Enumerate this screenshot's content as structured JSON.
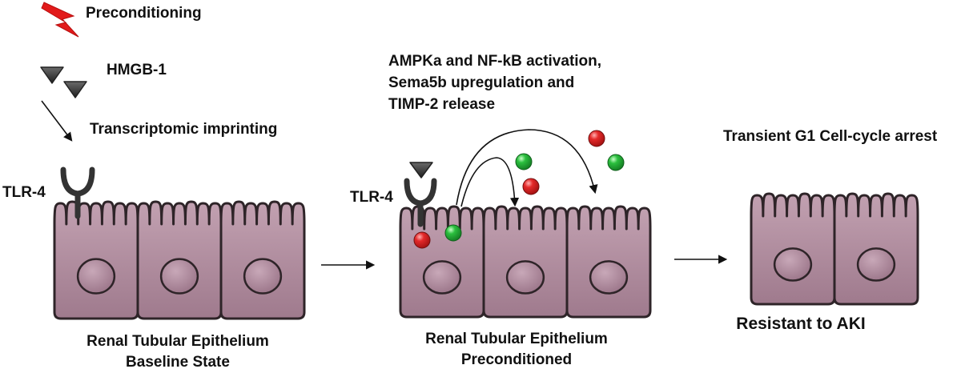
{
  "labels": {
    "preconditioning": "Preconditioning",
    "hmgb1": "HMGB-1",
    "transcriptomic": "Transcriptomic imprinting",
    "tlr4_left": "TLR-4",
    "tlr4_middle": "TLR-4",
    "activation_line1": "AMPKa and NF-kB activation,",
    "activation_line2": "Sema5b upregulation and",
    "activation_line3": "TIMP-2 release",
    "arrest": "Transient G1 Cell-cycle arrest",
    "baseline_line1": "Renal Tubular Epithelium",
    "baseline_line2": "Baseline State",
    "precond_line1": "Renal Tubular Epithelium",
    "precond_line2": "Preconditioned",
    "resistant": "Resistant to AKI"
  },
  "colors": {
    "cell_fill": "#a57f92",
    "cell_fill_light": "#c6a6b6",
    "cell_stroke": "#2e2428",
    "lightning": "#e21a1a",
    "hmgb1": "#3a3a3a",
    "red_molecule": "#d62020",
    "green_molecule": "#22a834"
  }
}
